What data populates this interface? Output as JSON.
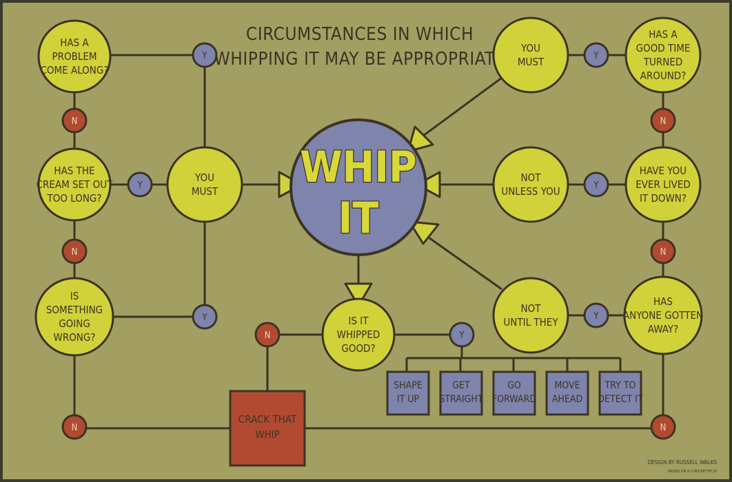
{
  "title": {
    "line1": "CIRCUMSTANCES IN WHICH",
    "line2": "WHIPPING IT MAY BE APPROPRIATE"
  },
  "center": {
    "line1": "WHIP",
    "line2": "IT"
  },
  "nodes": {
    "problem": [
      "HAS A",
      "PROBLEM",
      "COME ALONG?"
    ],
    "cream": [
      "HAS THE",
      "CREAM SET OUT",
      "TOO LONG?"
    ],
    "wrong": [
      "IS",
      "SOMETHING",
      "GOING",
      "WRONG?"
    ],
    "must_left": [
      "YOU",
      "MUST"
    ],
    "must_right": [
      "YOU",
      "MUST"
    ],
    "good_time": [
      "HAS A",
      "GOOD TIME",
      "TURNED",
      "AROUND?"
    ],
    "lived": [
      "HAVE YOU",
      "EVER LIVED",
      "IT DOWN?"
    ],
    "gotten_away": [
      "HAS",
      "ANYONE GOTTEN",
      "AWAY?"
    ],
    "not_unless": [
      "NOT",
      "UNLESS YOU"
    ],
    "not_until": [
      "NOT",
      "UNTIL THEY"
    ],
    "whipped_good": [
      "IS IT",
      "WHIPPED",
      "GOOD?"
    ]
  },
  "yes_label": "Y",
  "no_label": "N",
  "options": [
    [
      "SHAPE",
      "IT UP"
    ],
    [
      "GET",
      "STRAIGHT"
    ],
    [
      "GO",
      "FORWARD"
    ],
    [
      "MOVE",
      "AHEAD"
    ],
    [
      "TRY TO",
      "DETECT IT"
    ]
  ],
  "crack": [
    "CRACK THAT",
    "WHIP"
  ],
  "credits": {
    "design": "DESIGN BY RUSSELL WALKS",
    "based": "BASED ON A CONCEPT BY JD"
  },
  "colors": {
    "background": "#a39f63",
    "yellow": "#d1d13a",
    "blue": "#7f84ad",
    "red": "#b24a32",
    "line": "#3b3422"
  }
}
